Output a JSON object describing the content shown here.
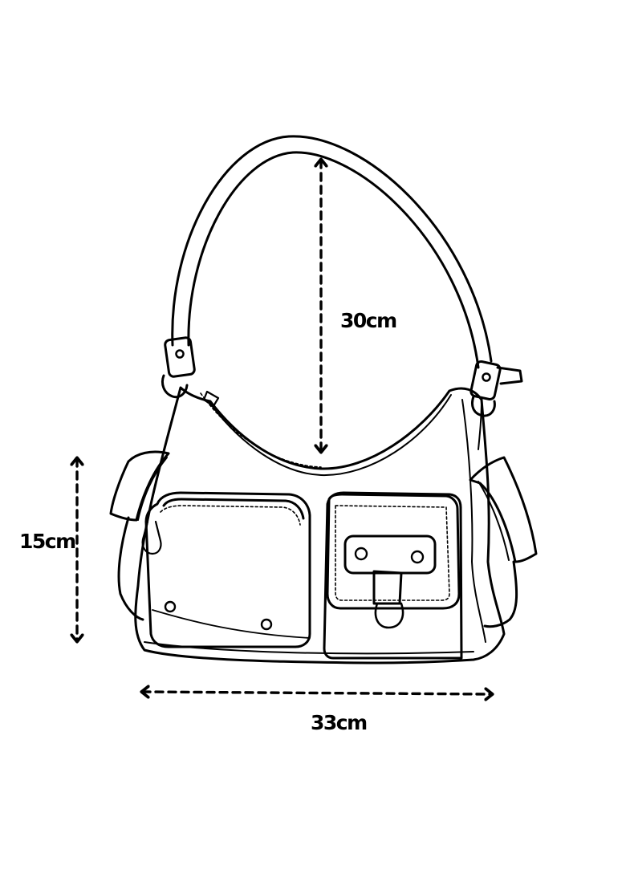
{
  "diagram": {
    "dimensions": {
      "strap_height": "30cm",
      "bag_height": "15cm",
      "bag_width": "33cm"
    },
    "colors": {
      "line": "#000000",
      "background": "#ffffff"
    }
  }
}
